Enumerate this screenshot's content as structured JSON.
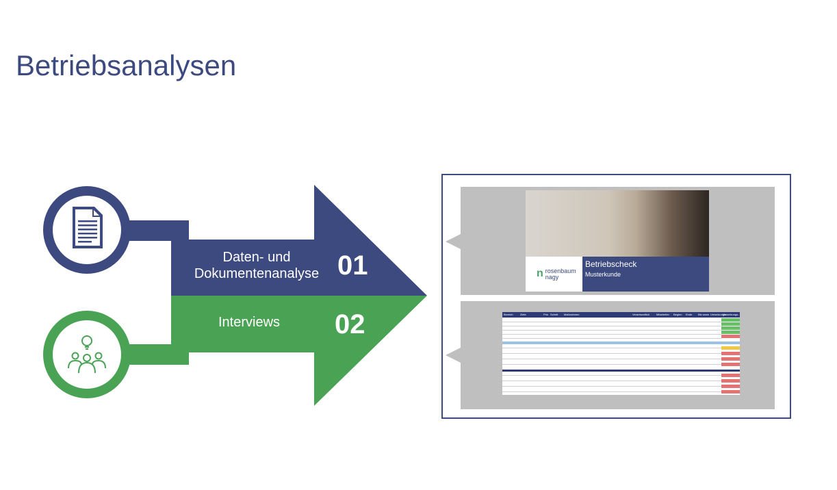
{
  "page_title": "Betriebsanalysen",
  "arrows": [
    {
      "label": "Daten- und Dokumentenanalyse",
      "number": "01",
      "color": "#3c4a7f"
    },
    {
      "label": "Interviews",
      "number": "02",
      "color": "#4aa354"
    }
  ],
  "icons": [
    "document-icon",
    "people-idea-icon"
  ],
  "preview_cover": {
    "title": "Betriebscheck",
    "subtitle": "Musterkunde",
    "logo_line1": "rosenbaum",
    "logo_line2": "nagy"
  },
  "preview_sheet": {
    "columns": [
      "Bereich",
      "Ziele",
      "Prio",
      "Schritt",
      "Maßnahmen",
      "Verantwortlich",
      "Mitarbeiter",
      "Beginn",
      "Ende",
      "Bis wann",
      "Umsetzungs-",
      "Umsetzungs-"
    ]
  },
  "colors": {
    "blue": "#3c4a7f",
    "green": "#4aa354",
    "panel": "#bfbfbf"
  }
}
